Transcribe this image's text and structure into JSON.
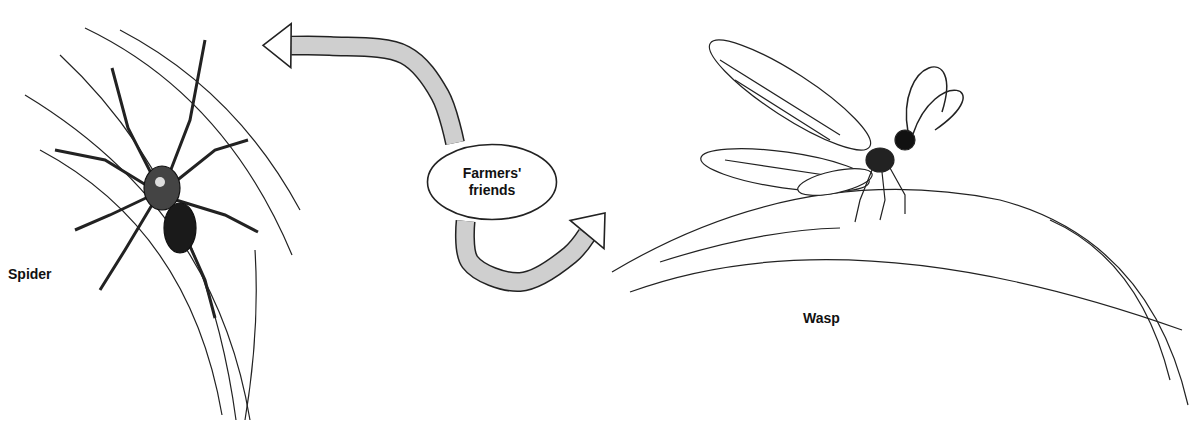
{
  "diagram": {
    "nodes": [
      {
        "text": [
          "Farmers' friends"
        ]
      },
      {
        "text": [
          "Spider"
        ]
      },
      {
        "text": [
          "Wasp"
        ]
      }
    ],
    "edges": [
      {
        "from": 0,
        "to": 1,
        "arrow": "to"
      },
      {
        "from": 0,
        "to": 2,
        "arrow": "to"
      }
    ]
  }
}
